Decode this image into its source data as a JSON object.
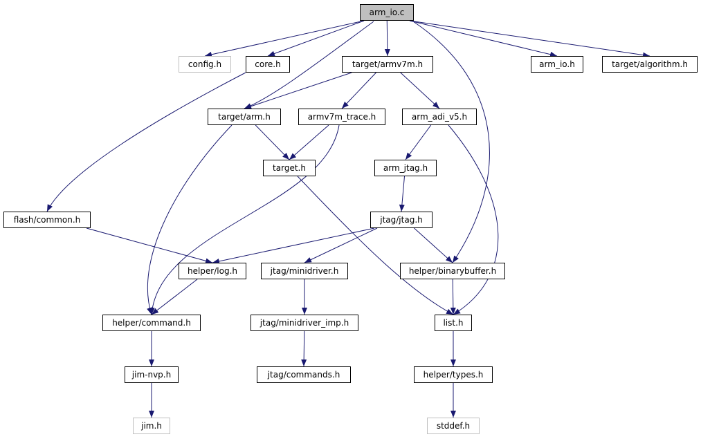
{
  "nodes": [
    {
      "id": "arm_io_c",
      "label": "arm_io.c",
      "kind": "root"
    },
    {
      "id": "config_h",
      "label": "config.h",
      "kind": "external"
    },
    {
      "id": "core_h",
      "label": "core.h",
      "kind": "file"
    },
    {
      "id": "target_armv7m_h",
      "label": "target/armv7m.h",
      "kind": "file"
    },
    {
      "id": "arm_io_h",
      "label": "arm_io.h",
      "kind": "file"
    },
    {
      "id": "target_algorithm_h",
      "label": "target/algorithm.h",
      "kind": "file"
    },
    {
      "id": "target_arm_h",
      "label": "target/arm.h",
      "kind": "file"
    },
    {
      "id": "armv7m_trace_h",
      "label": "armv7m_trace.h",
      "kind": "file"
    },
    {
      "id": "arm_adi_v5_h",
      "label": "arm_adi_v5.h",
      "kind": "file"
    },
    {
      "id": "target_h",
      "label": "target.h",
      "kind": "file"
    },
    {
      "id": "arm_jtag_h",
      "label": "arm_jtag.h",
      "kind": "file"
    },
    {
      "id": "flash_common_h",
      "label": "flash/common.h",
      "kind": "file"
    },
    {
      "id": "jtag_jtag_h",
      "label": "jtag/jtag.h",
      "kind": "file"
    },
    {
      "id": "helper_log_h",
      "label": "helper/log.h",
      "kind": "file"
    },
    {
      "id": "jtag_minidriver_h",
      "label": "jtag/minidriver.h",
      "kind": "file"
    },
    {
      "id": "helper_binarybuffer_h",
      "label": "helper/binarybuffer.h",
      "kind": "file"
    },
    {
      "id": "helper_command_h",
      "label": "helper/command.h",
      "kind": "file"
    },
    {
      "id": "jtag_minidriver_imp_h",
      "label": "jtag/minidriver_imp.h",
      "kind": "file"
    },
    {
      "id": "list_h",
      "label": "list.h",
      "kind": "file"
    },
    {
      "id": "jim_nvp_h",
      "label": "jim-nvp.h",
      "kind": "file"
    },
    {
      "id": "jtag_commands_h",
      "label": "jtag/commands.h",
      "kind": "file"
    },
    {
      "id": "helper_types_h",
      "label": "helper/types.h",
      "kind": "file"
    },
    {
      "id": "jim_h",
      "label": "jim.h",
      "kind": "external"
    },
    {
      "id": "stddef_h",
      "label": "stddef.h",
      "kind": "external"
    }
  ],
  "edges": [
    [
      "arm_io_c",
      "config_h"
    ],
    [
      "arm_io_c",
      "core_h"
    ],
    [
      "arm_io_c",
      "target_armv7m_h"
    ],
    [
      "arm_io_c",
      "target_arm_h"
    ],
    [
      "arm_io_c",
      "helper_binarybuffer_h"
    ],
    [
      "arm_io_c",
      "arm_io_h"
    ],
    [
      "arm_io_c",
      "target_algorithm_h"
    ],
    [
      "core_h",
      "flash_common_h"
    ],
    [
      "target_armv7m_h",
      "target_arm_h"
    ],
    [
      "target_armv7m_h",
      "armv7m_trace_h"
    ],
    [
      "target_armv7m_h",
      "arm_adi_v5_h"
    ],
    [
      "target_arm_h",
      "target_h"
    ],
    [
      "target_arm_h",
      "helper_command_h"
    ],
    [
      "armv7m_trace_h",
      "target_h"
    ],
    [
      "armv7m_trace_h",
      "helper_command_h"
    ],
    [
      "arm_adi_v5_h",
      "arm_jtag_h"
    ],
    [
      "arm_adi_v5_h",
      "list_h"
    ],
    [
      "target_h",
      "list_h"
    ],
    [
      "arm_jtag_h",
      "jtag_jtag_h"
    ],
    [
      "flash_common_h",
      "helper_log_h"
    ],
    [
      "jtag_jtag_h",
      "helper_log_h"
    ],
    [
      "jtag_jtag_h",
      "jtag_minidriver_h"
    ],
    [
      "jtag_jtag_h",
      "helper_binarybuffer_h"
    ],
    [
      "helper_log_h",
      "helper_command_h"
    ],
    [
      "jtag_minidriver_h",
      "jtag_minidriver_imp_h"
    ],
    [
      "helper_binarybuffer_h",
      "list_h"
    ],
    [
      "helper_command_h",
      "jim_nvp_h"
    ],
    [
      "jtag_minidriver_imp_h",
      "jtag_commands_h"
    ],
    [
      "list_h",
      "helper_types_h"
    ],
    [
      "jim_nvp_h",
      "jim_h"
    ],
    [
      "helper_types_h",
      "stddef_h"
    ]
  ],
  "colors": {
    "edge": "#191970",
    "node_border": "#000000",
    "external_border": "#bfbfbf",
    "root_fill": "#bfbfbf"
  }
}
